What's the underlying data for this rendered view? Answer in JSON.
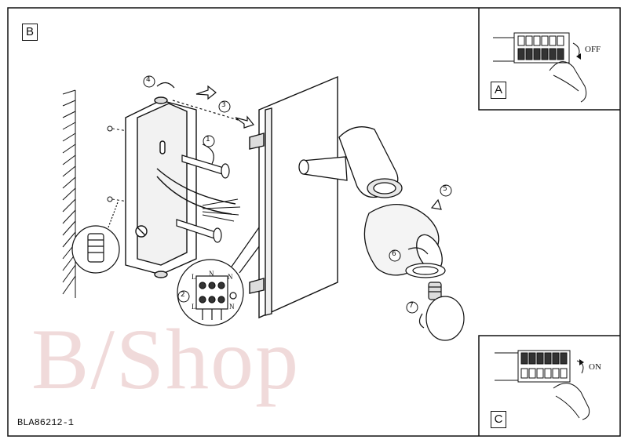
{
  "panels": {
    "main_label": "B",
    "inset_top_label": "A",
    "inset_bottom_label": "C"
  },
  "switch": {
    "off_text": "OFF",
    "on_text": "ON"
  },
  "wiring": {
    "terminal_top_left": "L",
    "terminal_top_mid": "N",
    "terminal_top_right": "N",
    "terminal_bottom_left": "L",
    "terminal_bottom_right": "N"
  },
  "steps": [
    "1",
    "2",
    "3",
    "4",
    "5",
    "6",
    "7"
  ],
  "footer": {
    "product_code": "BLA86212-1"
  },
  "watermark": {
    "text": "B/Shop"
  }
}
